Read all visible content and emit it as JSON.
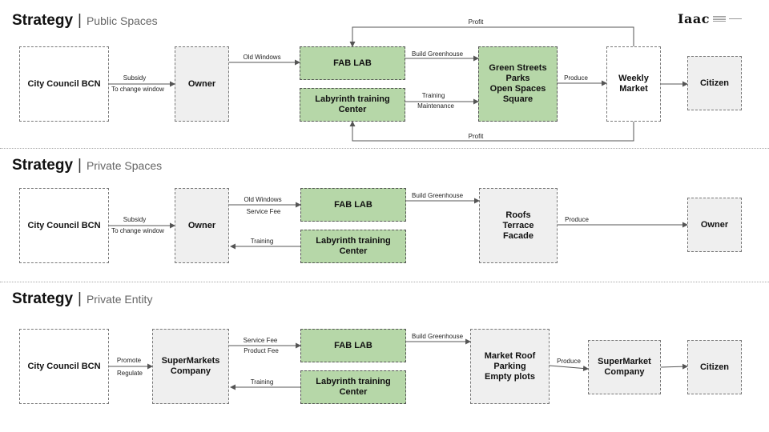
{
  "logo": {
    "mark": "Iaac"
  },
  "sections": [
    {
      "title": "Strategy",
      "subtitle": "Public Spaces",
      "boxes": {
        "council": "City Council BCN",
        "owner": "Owner",
        "fablab": "FAB LAB",
        "labyrinth": "Labyrinth training\nCenter",
        "green": "Green Streets\nParks\nOpen Spaces\nSquare",
        "market": "Weekly\nMarket",
        "citizen": "Citizen"
      },
      "labels": {
        "subsidy": "Subsidy",
        "to_change_window": "To change window",
        "old_windows": "Old Windows",
        "build_greenhouse": "Build Greenhouse",
        "training": "Training",
        "maintenance": "Maintenance",
        "produce": "Produce",
        "profit_top": "Profit",
        "profit_bottom": "Profit"
      }
    },
    {
      "title": "Strategy",
      "subtitle": "Private Spaces",
      "boxes": {
        "council": "City Council BCN",
        "owner": "Owner",
        "fablab": "FAB LAB",
        "labyrinth": "Labyrinth training\nCenter",
        "roofs": "Roofs\nTerrace\nFacade",
        "owner2": "Owner"
      },
      "labels": {
        "subsidy": "Subsidy",
        "to_change_window": "To change window",
        "old_windows": "Old Windows",
        "service_fee": "Service Fee",
        "training": "Training",
        "build_greenhouse": "Build Greenhouse",
        "produce": "Produce"
      }
    },
    {
      "title": "Strategy",
      "subtitle": "Private Entity",
      "boxes": {
        "council": "City Council BCN",
        "supermarkets": "SuperMarkets\nCompany",
        "fablab": "FAB LAB",
        "labyrinth": "Labyrinth training\nCenter",
        "marketroof": "Market Roof\nParking\nEmpty plots",
        "supermarket": "SuperMarket\nCompany",
        "citizen": "Citizen"
      },
      "labels": {
        "promote": "Promote",
        "regulate": "Regulate",
        "service_fee": "Service Fee",
        "product_fee": "Product Fee",
        "training": "Training",
        "build_greenhouse": "Build Greenhouse",
        "produce": "Produce"
      }
    }
  ]
}
